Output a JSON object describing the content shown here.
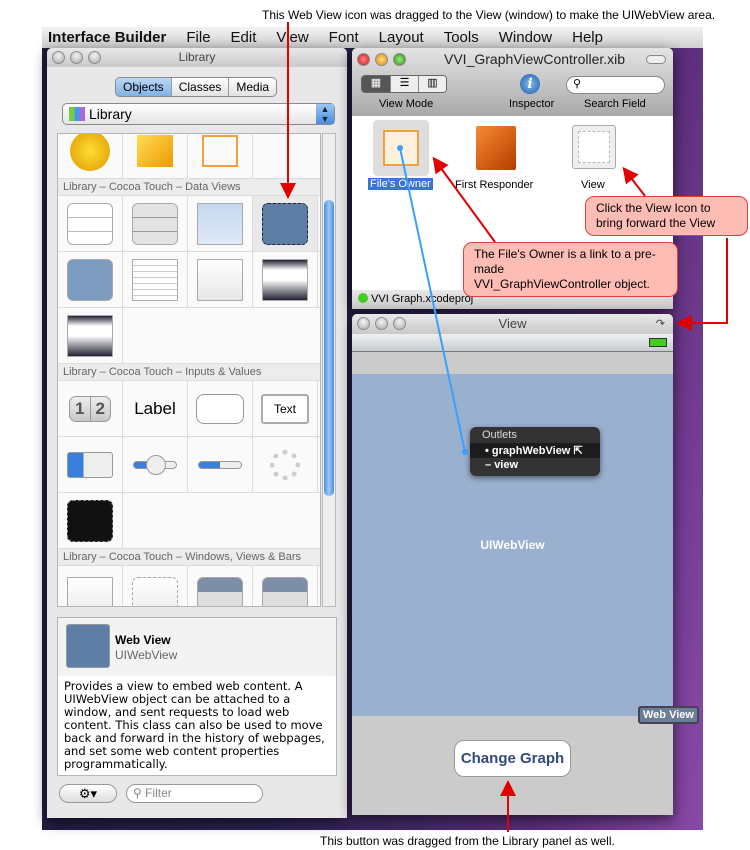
{
  "annotations": {
    "top": "This Web View icon was dragged to the View (window) to make the UIWebView area.",
    "bottom": "This button was dragged from the Library panel as well.",
    "view_icon_callout": [
      "Click the View Icon to",
      "bring forward the View"
    ],
    "files_owner_callout": [
      "The File's Owner is a link to a pre-made",
      "VVI_GraphViewController object."
    ]
  },
  "menubar": {
    "app": "Interface Builder",
    "items": [
      "File",
      "Edit",
      "View",
      "Font",
      "Layout",
      "Tools",
      "Window",
      "Help"
    ]
  },
  "library": {
    "title": "Library",
    "tabs": [
      {
        "label": "Objects",
        "selected": true
      },
      {
        "label": "Classes",
        "selected": false
      },
      {
        "label": "Media",
        "selected": false
      }
    ],
    "popup": "Library",
    "sections": [
      "Library – Cocoa Touch – Data Views",
      "Library – Cocoa Touch – Inputs & Values",
      "Library – Cocoa Touch – Windows, Views & Bars"
    ],
    "inputs_cells": {
      "segmented": [
        "1",
        "2"
      ],
      "label": "Label",
      "text": "Text"
    },
    "detail": {
      "name": "Web View",
      "class": "UIWebView",
      "description": "Provides a view to embed web content. A UIWebView object can be attached to a window, and sent requests to load web content. This class can also be used to move back and forward in the history of webpages, and set some web content properties programmatically."
    },
    "filter_placeholder": "Filter"
  },
  "document": {
    "title": "VVI_GraphViewController.xib",
    "toolbar": {
      "view_mode": "View Mode",
      "inspector": "Inspector",
      "search": "Search Field"
    },
    "items": [
      {
        "label": "File's Owner",
        "selected": true
      },
      {
        "label": "First Responder"
      },
      {
        "label": "View"
      }
    ],
    "status": "VVI Graph.xcodeproj"
  },
  "view_window": {
    "title": "View",
    "webview_label": "UIWebView",
    "outlets": {
      "header": "Outlets",
      "items": [
        {
          "label": "graphWebView",
          "marker": "•"
        },
        {
          "label": "view",
          "marker": "–"
        }
      ]
    },
    "button": "Change Graph",
    "tooltip": "Web View"
  },
  "colors": {
    "selection": "#3b74d6",
    "webview": "#9ab0cf",
    "callout": "#fdbcb4",
    "arrow": "#e00000",
    "connection": "#3aa0ff"
  }
}
